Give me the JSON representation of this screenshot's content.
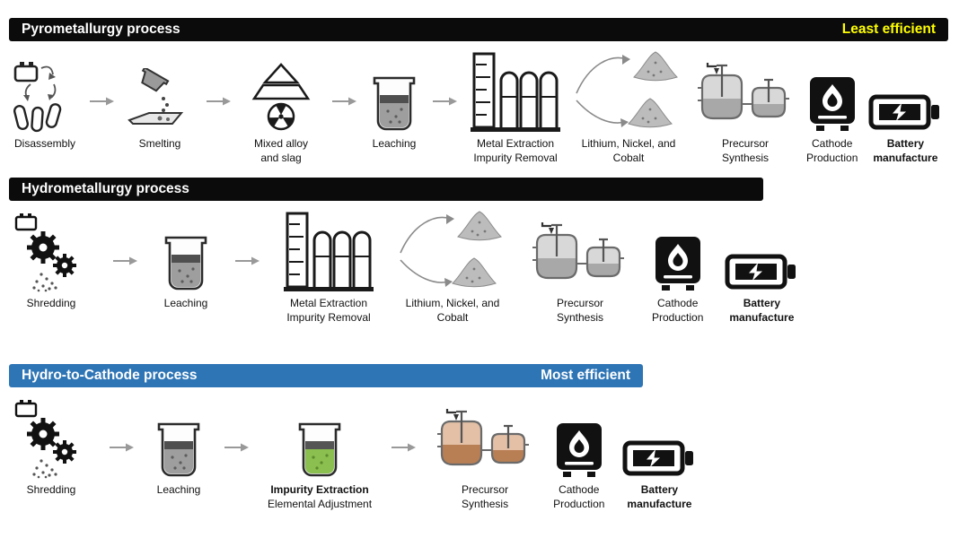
{
  "colors": {
    "header_dark": "#0b0b0b",
    "header_blue": "#2e75b6",
    "least_efficient_text": "#ffff00",
    "most_efficient_text": "#ffffff"
  },
  "processes": [
    {
      "title": "Pyrometallurgy process",
      "efficiency": "Least efficient",
      "steps": [
        {
          "icon": "disassembly-icon",
          "lines": [
            {
              "text": "Disassembly",
              "bold": false
            }
          ]
        },
        {
          "icon": "smelting-icon",
          "arrow_before": true,
          "lines": [
            {
              "text": "Smelting",
              "bold": false
            }
          ]
        },
        {
          "icon": "mixed-alloy-slag-icon",
          "arrow_before": true,
          "lines": [
            {
              "text": "Mixed alloy",
              "bold": false
            },
            {
              "text": "and slag",
              "bold": false
            }
          ]
        },
        {
          "icon": "leaching-beaker-icon",
          "arrow_before": true,
          "lines": [
            {
              "text": "Leaching",
              "bold": false
            }
          ]
        },
        {
          "icon": "metal-extraction-columns-icon",
          "arrow_before": true,
          "lines": [
            {
              "text": "Metal Extraction",
              "bold": false
            },
            {
              "text": "Impurity Removal",
              "bold": false
            }
          ]
        },
        {
          "icon": "metal-powder-piles-icon",
          "lines": [
            {
              "text": "Lithium, Nickel, and",
              "bold": false
            },
            {
              "text": "Cobalt",
              "bold": false
            }
          ]
        },
        {
          "icon": "precursor-reactors-icon",
          "color": "#d8d8d8",
          "color2": "#a8a8a8",
          "lines": [
            {
              "text": "Precursor",
              "bold": false
            },
            {
              "text": "Synthesis",
              "bold": false
            }
          ]
        },
        {
          "icon": "cathode-furnace-icon",
          "lines": [
            {
              "text": "Cathode",
              "bold": false
            },
            {
              "text": "Production",
              "bold": false
            }
          ]
        },
        {
          "icon": "battery-icon",
          "lines": [
            {
              "text": "Battery",
              "bold": true
            },
            {
              "text": "manufacture",
              "bold": true
            }
          ]
        }
      ]
    },
    {
      "title": "Hydrometallurgy process",
      "efficiency": "",
      "steps": [
        {
          "icon": "shredding-gears-icon",
          "lines": [
            {
              "text": "Shredding",
              "bold": false
            }
          ]
        },
        {
          "icon": "leaching-beaker-icon",
          "arrow_before": true,
          "lines": [
            {
              "text": "Leaching",
              "bold": false
            }
          ]
        },
        {
          "icon": "metal-extraction-columns-icon",
          "arrow_before": true,
          "lines": [
            {
              "text": "Metal Extraction",
              "bold": false
            },
            {
              "text": "Impurity Removal",
              "bold": false
            }
          ]
        },
        {
          "icon": "metal-powder-piles-icon",
          "lines": [
            {
              "text": "Lithium, Nickel, and",
              "bold": false
            },
            {
              "text": "Cobalt",
              "bold": false
            }
          ]
        },
        {
          "icon": "precursor-reactors-icon",
          "color": "#d8d8d8",
          "color2": "#a8a8a8",
          "lines": [
            {
              "text": "Precursor",
              "bold": false
            },
            {
              "text": "Synthesis",
              "bold": false
            }
          ]
        },
        {
          "icon": "cathode-furnace-icon",
          "lines": [
            {
              "text": "Cathode",
              "bold": false
            },
            {
              "text": "Production",
              "bold": false
            }
          ]
        },
        {
          "icon": "battery-icon",
          "lines": [
            {
              "text": "Battery",
              "bold": true
            },
            {
              "text": "manufacture",
              "bold": true
            }
          ]
        }
      ]
    },
    {
      "title": "Hydro-to-Cathode process",
      "efficiency": "Most efficient",
      "steps": [
        {
          "icon": "shredding-gears-icon",
          "lines": [
            {
              "text": "Shredding",
              "bold": false
            }
          ]
        },
        {
          "icon": "leaching-beaker-icon",
          "arrow_before": true,
          "lines": [
            {
              "text": "Leaching",
              "bold": false
            }
          ]
        },
        {
          "icon": "impurity-extraction-beaker-icon",
          "arrow_before": true,
          "lines": [
            {
              "text": "Impurity Extraction",
              "bold": true
            },
            {
              "text": "Elemental Adjustment",
              "bold": false
            }
          ]
        },
        {
          "icon": "precursor-reactors-icon",
          "arrow_before": true,
          "color": "#e3c0a6",
          "color2": "#b97f54",
          "lines": [
            {
              "text": "Precursor",
              "bold": false
            },
            {
              "text": "Synthesis",
              "bold": false
            }
          ]
        },
        {
          "icon": "cathode-furnace-icon",
          "lines": [
            {
              "text": "Cathode",
              "bold": false
            },
            {
              "text": "Production",
              "bold": false
            }
          ]
        },
        {
          "icon": "battery-icon",
          "lines": [
            {
              "text": "Battery",
              "bold": true
            },
            {
              "text": "manufacture",
              "bold": true
            }
          ]
        }
      ]
    }
  ]
}
